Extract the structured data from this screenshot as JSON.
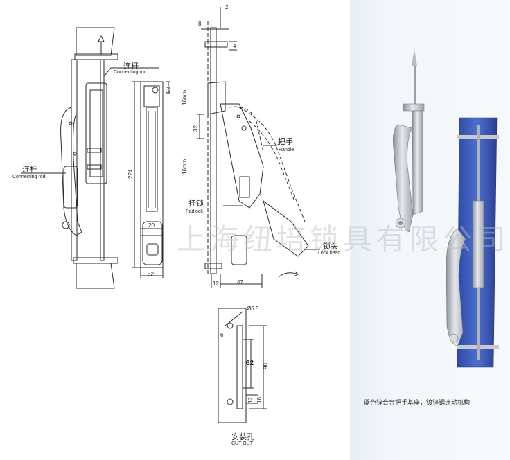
{
  "labels": {
    "connecting_rod_top_cn": "连杆",
    "connecting_rod_top_en": "Connecting rod",
    "connecting_rod_left_cn": "连杆",
    "connecting_rod_left_en": "Connecting rod",
    "handle_cn": "把手",
    "handle_en": "Handle",
    "padlock_cn": "挂锁",
    "padlock_en": "Padlock",
    "lockhead_cn": "锁头",
    "lockhead_en": "Lock head",
    "cutout_cn": "安装孔",
    "cutout_en": "CUT OUT"
  },
  "dimensions": {
    "d2": "2",
    "d8": "8",
    "d4": "4",
    "d12a": "12",
    "d16a": "16mm",
    "d32a": "32",
    "d16b": "16mm",
    "d224": "224",
    "d20": "20",
    "d32b": "32",
    "d12b": "12",
    "d47": "47",
    "d55": "Ø5.5",
    "d6": "6",
    "d62": "62",
    "d98": "98",
    "d12c": "12",
    "d18": "18"
  },
  "watermark": "上海纽培锁具有限公司",
  "photo_caption": "蓝色锌合金把手基座，镀锌钢连动机构",
  "colors": {
    "line": "#2a2a2a",
    "photo_bg": "#eef3f8",
    "blue_plate": "#3d5ab8",
    "metal": "#c9ccd1"
  }
}
